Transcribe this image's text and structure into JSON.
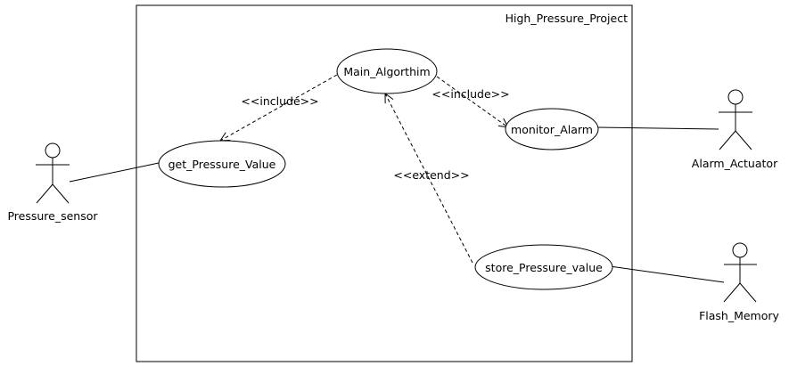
{
  "diagram": {
    "system_boundary": {
      "name": "High_Pressure_Project"
    },
    "actors": {
      "pressure_sensor": "Pressure_sensor",
      "alarm_actuator": "Alarm_Actuator",
      "flash_memory": "Flash_Memory"
    },
    "use_cases": {
      "main_algorithm": "Main_Algorthim",
      "get_pressure_value": "get_Pressure_Value",
      "monitor_alarm": "monitor_Alarm",
      "store_pressure_value": "store_Pressure_value"
    },
    "relations": {
      "include_get_pressure": "<<include>>",
      "include_monitor_alarm": "<<include>>",
      "extend_store_pressure": "<<extend>>"
    }
  },
  "colors": {
    "stroke": "#000000",
    "background": "#ffffff"
  }
}
